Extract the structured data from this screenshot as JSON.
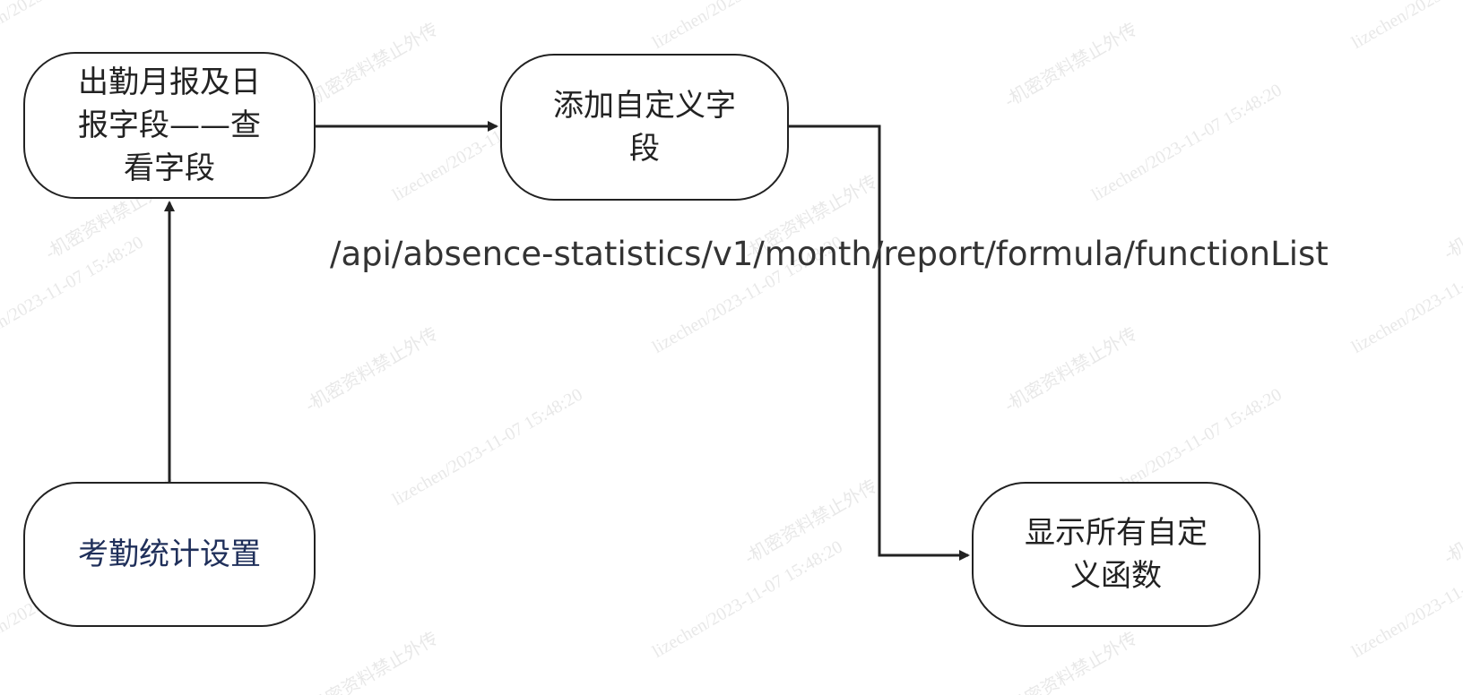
{
  "diagram": {
    "nodes": {
      "view_fields": "出勤月报及日\n报字段——查\n看字段",
      "add_custom_field": "添加自定义字\n段",
      "show_custom_functions": "显示所有自定\n义函数",
      "attendance_settings": "考勤统计设置"
    },
    "edge_label": "/api/absence-statistics/v1/month/report/formula/functionList",
    "edges": [
      {
        "from": "attendance_settings",
        "to": "view_fields"
      },
      {
        "from": "view_fields",
        "to": "add_custom_field"
      },
      {
        "from": "add_custom_field",
        "to": "show_custom_functions",
        "label": "edge_label"
      }
    ]
  },
  "watermark": {
    "line1": "lizechen/2023-11-07 15:48:20",
    "line2": "-机密资料禁止外传"
  },
  "colors": {
    "stroke": "#222222",
    "accent_text": "#1f2f5a"
  }
}
